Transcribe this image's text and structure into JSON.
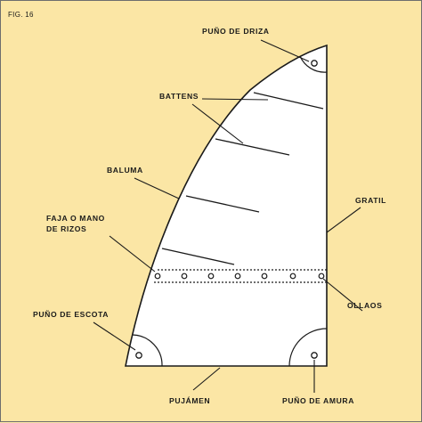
{
  "figure_label": "FIG. 16",
  "labels": {
    "puno_de_driza": "PUÑO DE DRIZA",
    "battens": "BATTENS",
    "baluma": "BALUMA",
    "gratil": "GRATIL",
    "faja_line1": "FAJA O MANO",
    "faja_line2": "DE RIZOS",
    "puno_de_escota": "PUÑO DE ESCOTA",
    "ollaos": "OLLAOS",
    "pujamen": "PUJÁMEN",
    "puno_de_amura": "PUÑO DE AMURA"
  },
  "colors": {
    "background": "#fbe6a5",
    "sail": "#ffffff",
    "line": "#1a1a1a"
  }
}
